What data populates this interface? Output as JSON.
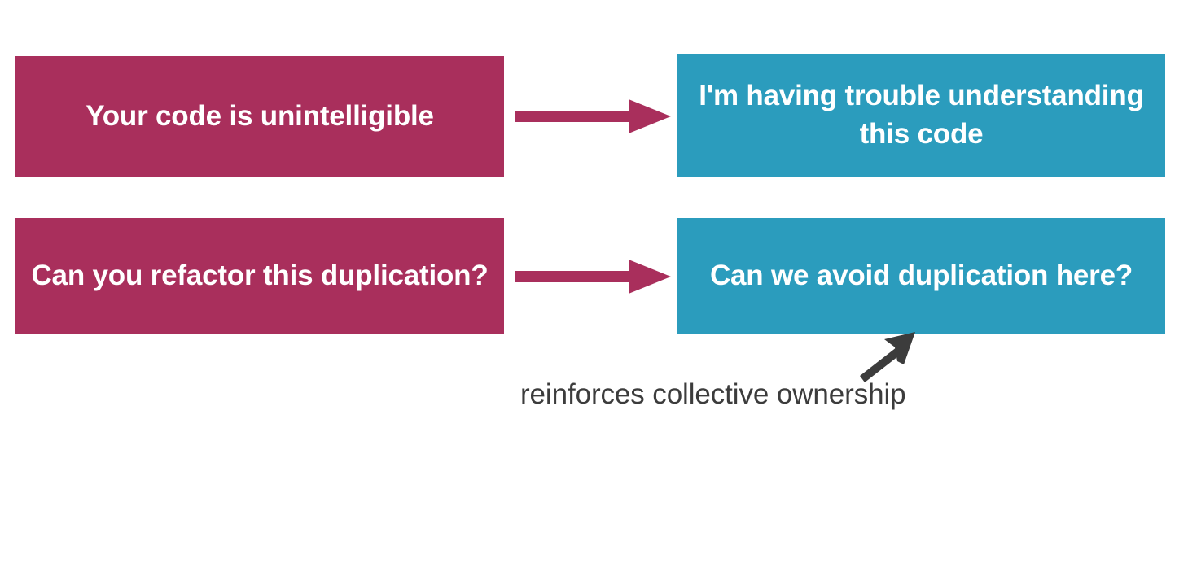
{
  "diagram": {
    "type": "reframing-comparison",
    "colors": {
      "before_box": "#a92f5c",
      "after_box": "#2b9cbd",
      "flow_arrow": "#a92f5c",
      "annotation": "#3c3c3c",
      "box_text": "#ffffff",
      "background": "#ffffff"
    },
    "rows": [
      {
        "before": {
          "text": "Your code is unintelligible",
          "color": "#a92f5c"
        },
        "arrow": {
          "icon": "right-arrow-icon",
          "direction": "right",
          "color": "#a92f5c"
        },
        "after": {
          "text": "I'm having trouble understanding this code",
          "color": "#2b9cbd"
        }
      },
      {
        "before": {
          "text": "Can you refactor this duplication?",
          "color": "#a92f5c"
        },
        "arrow": {
          "icon": "right-arrow-icon",
          "direction": "right",
          "color": "#a92f5c"
        },
        "after": {
          "text": "Can we avoid duplication here?",
          "color": "#2b9cbd"
        }
      }
    ],
    "annotation": {
      "icon": "up-right-arrow-icon",
      "caption": "reinforces collective ownership",
      "color": "#3c3c3c",
      "points_to": "Can we avoid duplication here?"
    }
  }
}
